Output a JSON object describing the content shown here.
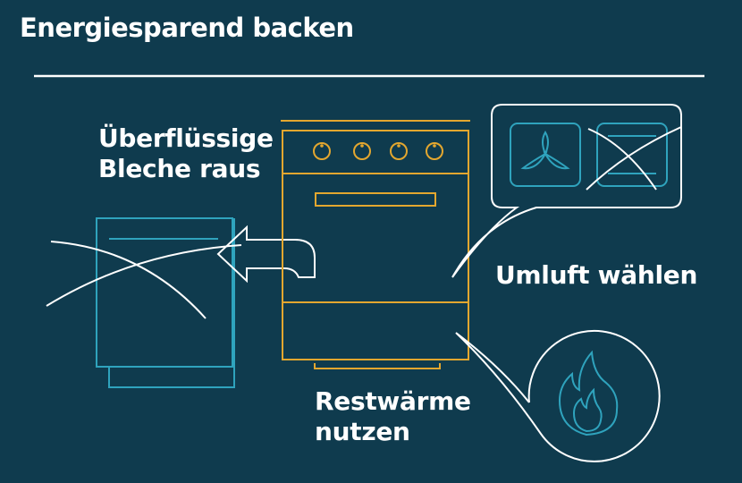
{
  "title": "Energiesparend backen",
  "tips": {
    "remove_trays": [
      "Überflüssige",
      "Bleche raus"
    ],
    "convection": [
      "Umluft wählen"
    ],
    "residual_heat": [
      "Restwärme",
      "nutzen"
    ]
  },
  "colors": {
    "background": "#0f3b4e",
    "oven": "#e3a72f",
    "accent": "#2fa3bd",
    "line": "#ffffff"
  },
  "icons": [
    "oven-icon",
    "baking-tray-icon",
    "fan-icon",
    "top-bottom-heat-icon",
    "flame-icon",
    "arrow-left-icon"
  ]
}
